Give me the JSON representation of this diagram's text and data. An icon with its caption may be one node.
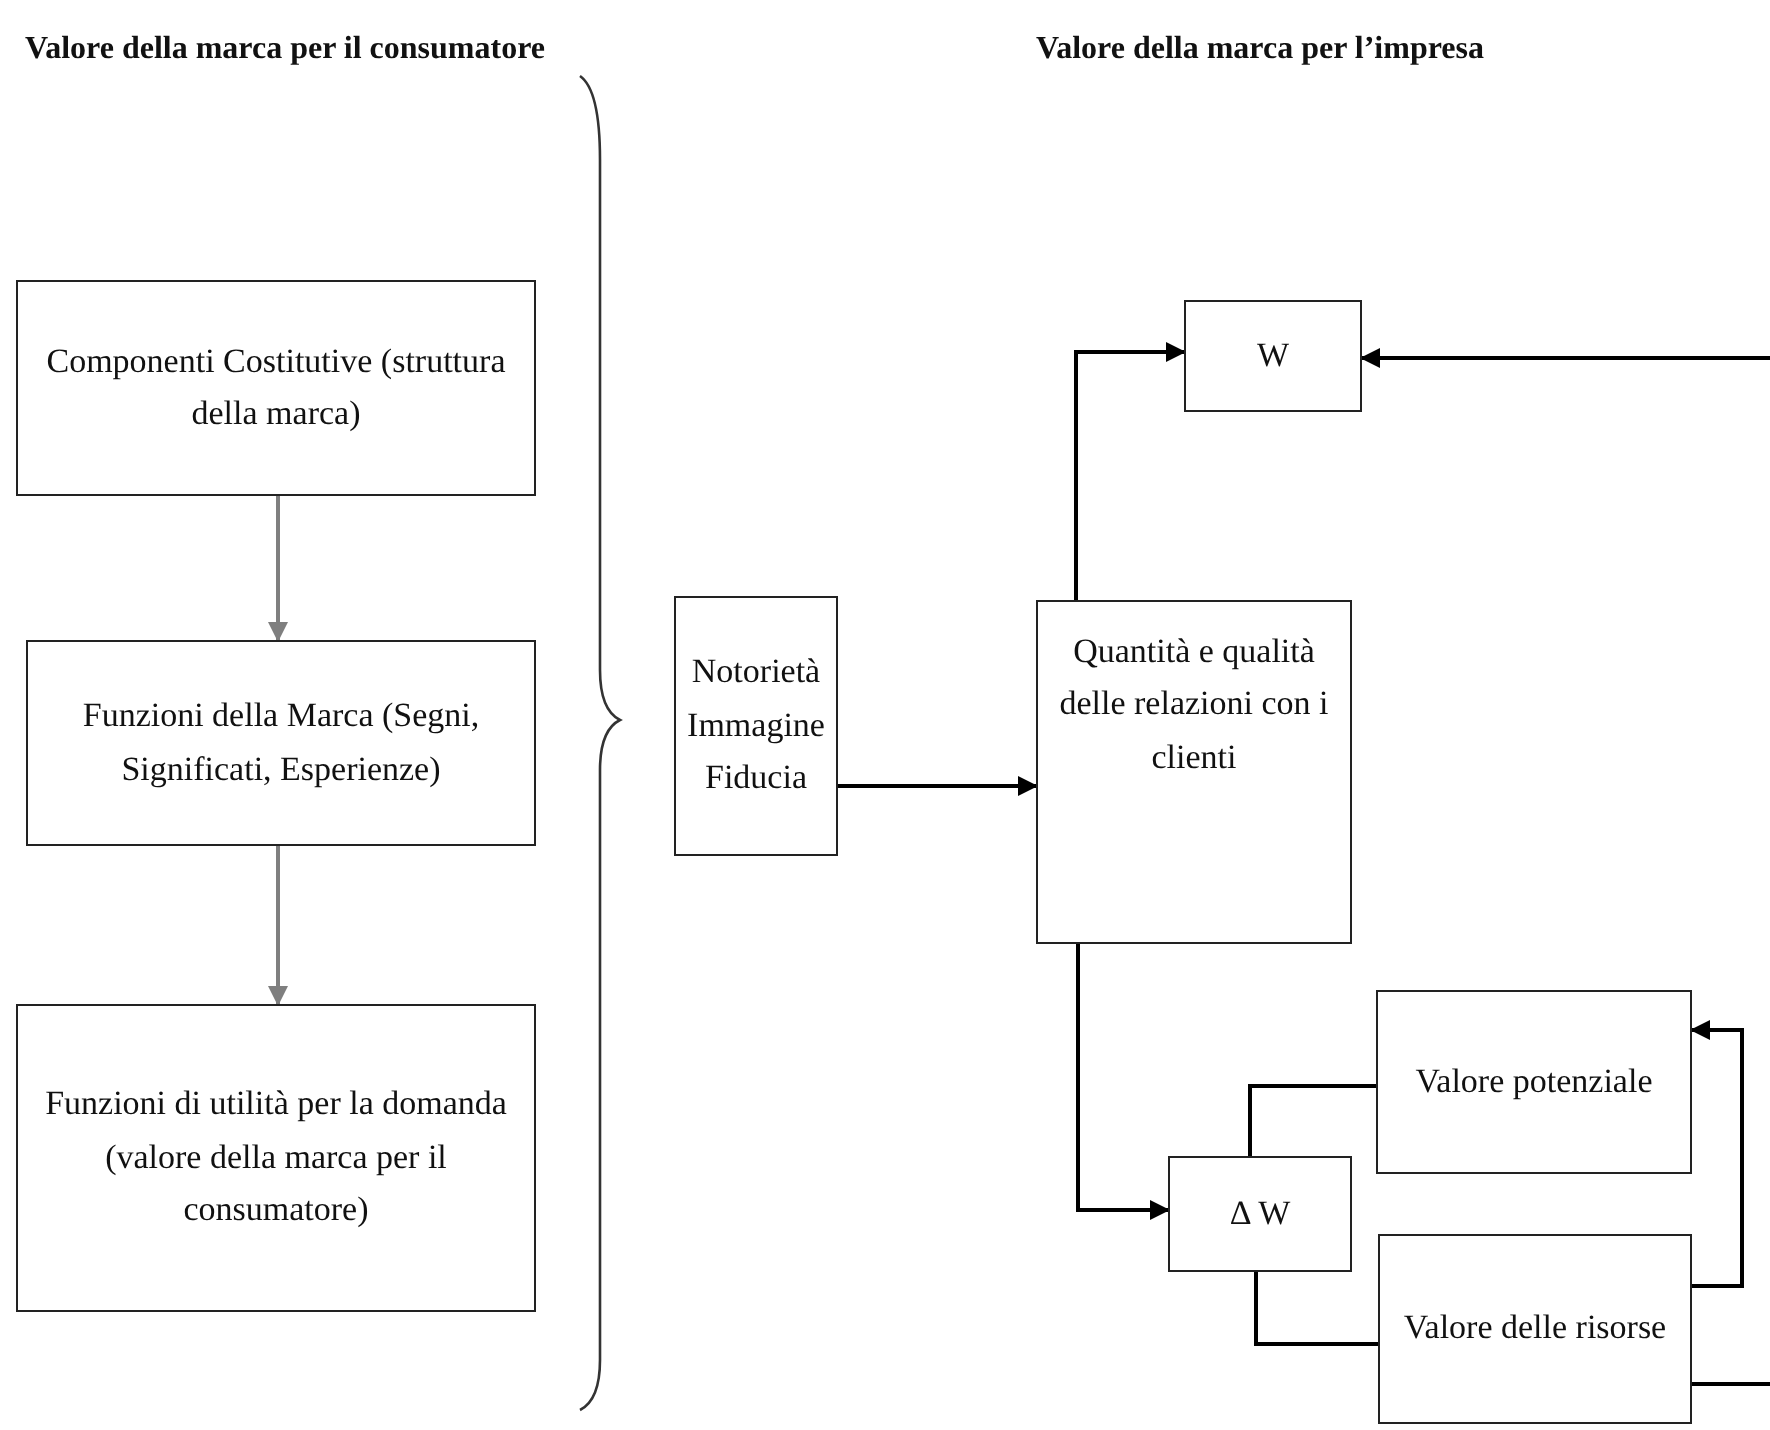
{
  "diagram": {
    "nodes": [
      {
        "text": [
          "Componenti Costitutive (struttura della marca)"
        ]
      },
      {
        "text": [
          "Funzioni della Marca (Segni, Significati, Esperienze)"
        ]
      },
      {
        "text": [
          "Funzioni di utilità per la domanda (valore della marca per il consumatore)"
        ]
      },
      {
        "text": [
          "Notorietà Immagine Fiducia"
        ]
      },
      {
        "text": [
          "Quantità e qualità delle relazioni con i clienti"
        ]
      },
      {
        "text": [
          "W"
        ]
      },
      {
        "text": [
          "Valore potenziale"
        ]
      },
      {
        "text": [
          "Δ W"
        ]
      },
      {
        "text": [
          "Valore delle risorse"
        ]
      }
    ],
    "edges": [
      {
        "from": 0,
        "to": 1,
        "arrow": "to",
        "color": "#7f7f7f"
      },
      {
        "from": 1,
        "to": 2,
        "arrow": "to",
        "color": "#7f7f7f"
      },
      {
        "from": 3,
        "to": 4,
        "arrow": "to"
      },
      {
        "from": 4,
        "to": 5,
        "arrow": "to"
      },
      {
        "from": null,
        "to": 5,
        "arrow": "to"
      },
      {
        "from": 4,
        "to": 7,
        "arrow": "to"
      },
      {
        "from": 7,
        "to": 6,
        "arrow": "none"
      },
      {
        "from": 7,
        "to": 8,
        "arrow": "none"
      },
      {
        "from": 8,
        "to": 6,
        "arrow": "to"
      },
      {
        "from": 8,
        "to": null,
        "arrow": "none"
      }
    ],
    "labels": [
      "Valore della marca per il consumatore",
      "Valore della marca per l’impresa"
    ]
  }
}
